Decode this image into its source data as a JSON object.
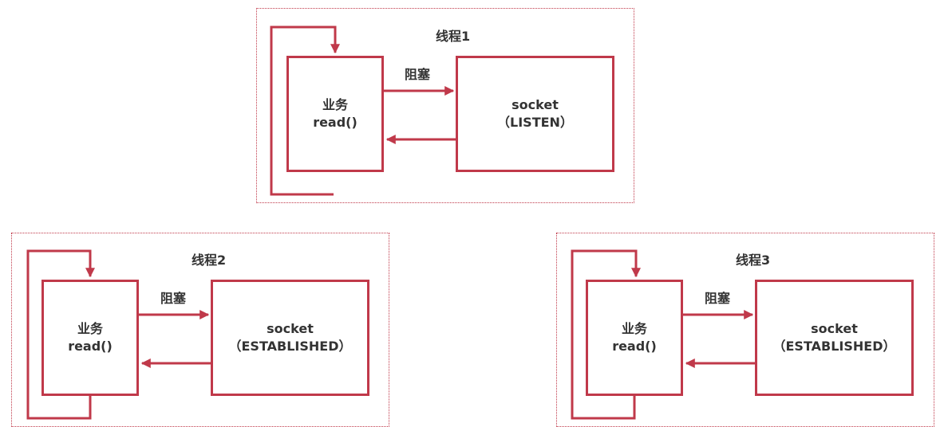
{
  "accent_color": "#c0394a",
  "threads": [
    {
      "title": "线程1",
      "business": {
        "line1": "业务",
        "line2": "read()"
      },
      "arrow_label": "阻塞",
      "socket": {
        "line1": "socket",
        "line2": "（LISTEN）"
      }
    },
    {
      "title": "线程2",
      "business": {
        "line1": "业务",
        "line2": "read()"
      },
      "arrow_label": "阻塞",
      "socket": {
        "line1": "socket",
        "line2": "（ESTABLISHED）"
      }
    },
    {
      "title": "线程3",
      "business": {
        "line1": "业务",
        "line2": "read()"
      },
      "arrow_label": "阻塞",
      "socket": {
        "line1": "socket",
        "line2": "（ESTABLISHED）"
      }
    }
  ]
}
